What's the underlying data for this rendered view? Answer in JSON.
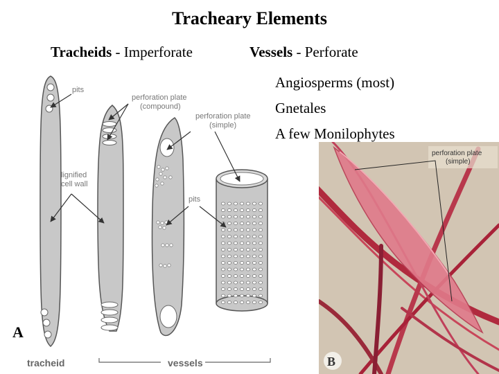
{
  "title": "Tracheary Elements",
  "left_heading": {
    "term": "Tracheids",
    "separator": " - ",
    "desc": "Imperforate"
  },
  "right_heading": {
    "term": "Vessels",
    "separator": " - ",
    "desc": "Perforate"
  },
  "vessel_groups": [
    "Angiosperms (most)",
    "Gnetales",
    "A few Monilophytes"
  ],
  "diagram": {
    "labels": {
      "pits_top": "pits",
      "perforation_plate_compound_1": "perforation plate",
      "perforation_plate_compound_2": "(compound)",
      "perforation_plate_simple_1": "perforation plate",
      "perforation_plate_simple_2": "(simple)",
      "lignified_1": "lignified",
      "lignified_2": "cell wall",
      "pits_mid": "pits",
      "tracheid": "tracheid",
      "vessels": "vessels",
      "panel_letter": "A"
    }
  },
  "photo": {
    "label_1": "perforation plate",
    "label_2": "(simple)",
    "panel_letter": "B"
  }
}
